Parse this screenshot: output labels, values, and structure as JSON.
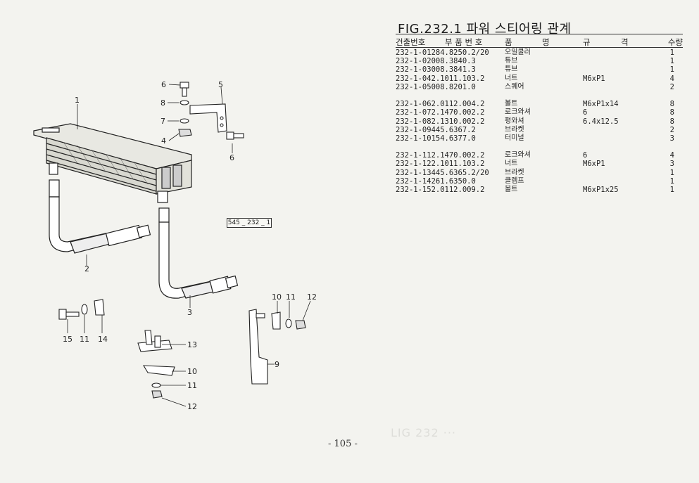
{
  "figure": {
    "title": "FIG.232.1 파워 스티어링 관계",
    "ref_label": "545 _ 232 _ 1",
    "page_number": "- 105 -"
  },
  "table": {
    "headers": {
      "no": "건출번호",
      "part": "부 품 번 호",
      "name1": "품",
      "name2": "명",
      "spec1": "규",
      "spec2": "격",
      "qty": "수량"
    },
    "rows": [
      {
        "no": "232-1-01",
        "part": "284.8250.2/20",
        "name": "오일쿨러",
        "spec": "",
        "qty": "1"
      },
      {
        "no": "232-1-02",
        "part": "008.3840.3",
        "name": "튜브",
        "spec": "",
        "qty": "1"
      },
      {
        "no": "232-1-03",
        "part": "008.3841.3",
        "name": "튜브",
        "spec": "",
        "qty": "1"
      },
      {
        "no": "232-1-04",
        "part": "2.1011.103.2",
        "name": "너트",
        "spec": "M6xP1",
        "qty": "4"
      },
      {
        "no": "232-1-05",
        "part": "008.8201.0",
        "name": "스퀘어",
        "spec": "",
        "qty": "2"
      },
      {
        "no": "232-1-06",
        "part": "2.0112.004.2",
        "name": "볼트",
        "spec": "M6xP1x14",
        "qty": "8"
      },
      {
        "no": "232-1-07",
        "part": "2.1470.002.2",
        "name": "로크와셔",
        "spec": "6",
        "qty": "8"
      },
      {
        "no": "232-1-08",
        "part": "2.1310.002.2",
        "name": "평와셔",
        "spec": "6.4x12.5",
        "qty": "8"
      },
      {
        "no": "232-1-09",
        "part": "445.6367.2",
        "name": "브라켓",
        "spec": "",
        "qty": "2"
      },
      {
        "no": "232-1-10",
        "part": "154.6377.0",
        "name": "터미널",
        "spec": "",
        "qty": "3"
      },
      {
        "no": "232-1-11",
        "part": "2.1470.002.2",
        "name": "로크와셔",
        "spec": "6",
        "qty": "4"
      },
      {
        "no": "232-1-12",
        "part": "2.1011.103.2",
        "name": "너트",
        "spec": "M6xP1",
        "qty": "3"
      },
      {
        "no": "232-1-13",
        "part": "445.6365.2/20",
        "name": "브라켓",
        "spec": "",
        "qty": "1"
      },
      {
        "no": "232-1-14",
        "part": "261.6350.0",
        "name": "클렘프",
        "spec": "",
        "qty": "1"
      },
      {
        "no": "232-1-15",
        "part": "2.0112.009.2",
        "name": "볼트",
        "spec": "M6xP1x25",
        "qty": "1"
      }
    ]
  },
  "callouts": [
    "1",
    "2",
    "3",
    "4",
    "5",
    "6",
    "7",
    "8",
    "6",
    "10",
    "11",
    "12",
    "15",
    "11",
    "14",
    "13",
    "10",
    "11",
    "12",
    "9"
  ]
}
